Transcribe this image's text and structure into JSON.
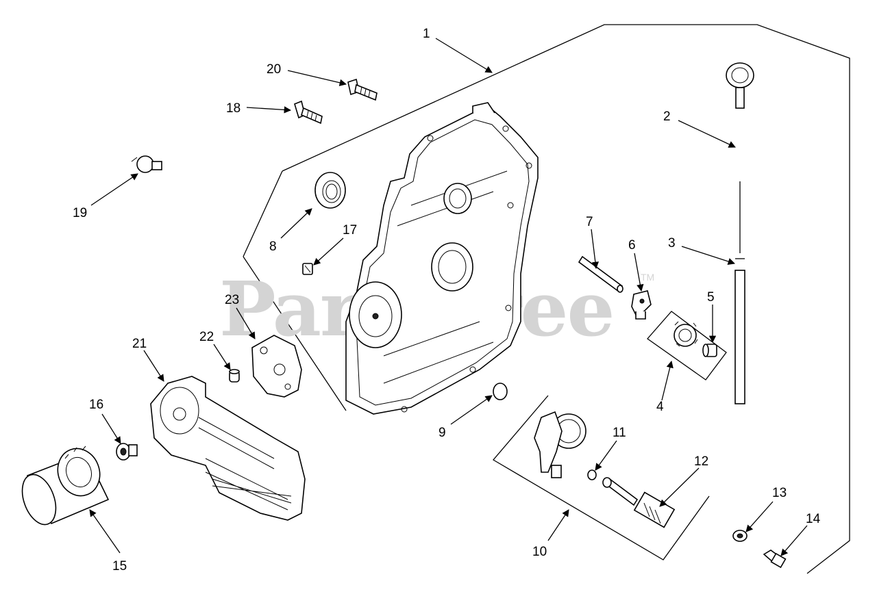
{
  "watermark": {
    "text": "PartsTree",
    "mark": "TM"
  },
  "callouts": [
    {
      "id": "1",
      "label": "1"
    },
    {
      "id": "2",
      "label": "2"
    },
    {
      "id": "3",
      "label": "3"
    },
    {
      "id": "4",
      "label": "4"
    },
    {
      "id": "5",
      "label": "5"
    },
    {
      "id": "6",
      "label": "6"
    },
    {
      "id": "7",
      "label": "7"
    },
    {
      "id": "8",
      "label": "8"
    },
    {
      "id": "9",
      "label": "9"
    },
    {
      "id": "10",
      "label": "10"
    },
    {
      "id": "11",
      "label": "11"
    },
    {
      "id": "12",
      "label": "12"
    },
    {
      "id": "13",
      "label": "13"
    },
    {
      "id": "14",
      "label": "14"
    },
    {
      "id": "15",
      "label": "15"
    },
    {
      "id": "16",
      "label": "16"
    },
    {
      "id": "17",
      "label": "17"
    },
    {
      "id": "18",
      "label": "18"
    },
    {
      "id": "19",
      "label": "19"
    },
    {
      "id": "20",
      "label": "20"
    },
    {
      "id": "21",
      "label": "21"
    },
    {
      "id": "22",
      "label": "22"
    },
    {
      "id": "23",
      "label": "23"
    }
  ]
}
